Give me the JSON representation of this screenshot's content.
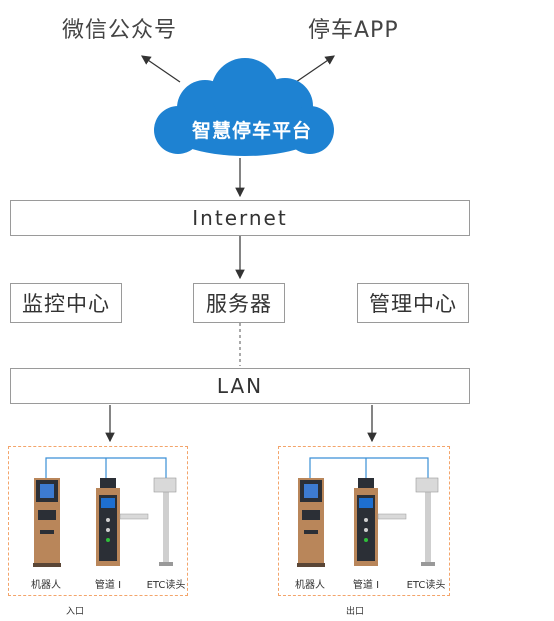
{
  "top": {
    "left_label": "微信公众号",
    "right_label": "停车APP"
  },
  "cloud": {
    "label": "智慧停车平台"
  },
  "internet": {
    "label": "Internet"
  },
  "mid": {
    "monitor": "监控中心",
    "server": "服务器",
    "manage": "管理中心"
  },
  "lan": {
    "label": "LAN"
  },
  "entrance": {
    "label": "入口",
    "devices": [
      "机器人",
      "管道 I",
      "ETC读头"
    ]
  },
  "exit": {
    "label": "出口",
    "devices": [
      "机器人",
      "管道 I",
      "ETC读头"
    ]
  },
  "colors": {
    "cloud": "#1e82d2",
    "dashed_border": "#f3a46a",
    "bus_line": "#3a8fd6",
    "machine_body": "#b9865a",
    "machine_dark": "#2b2f36"
  }
}
